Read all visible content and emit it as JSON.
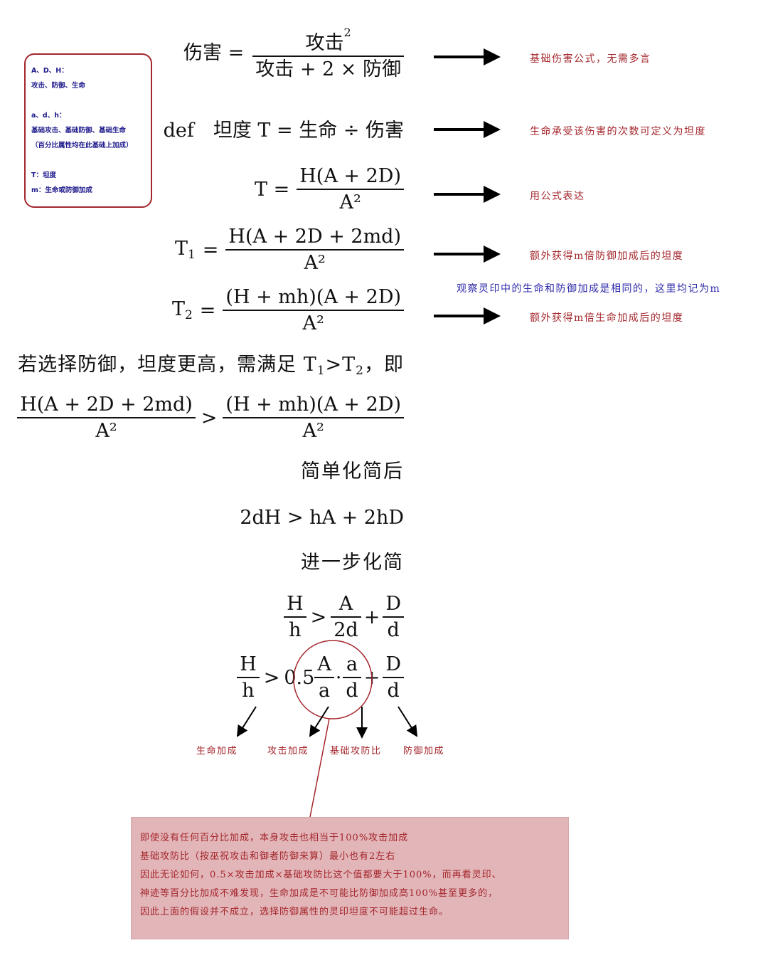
{
  "legend": {
    "line1": "A、D、H：",
    "line2": "攻击、防御、生命",
    "line3": "a、d、h：",
    "line4": "基础攻击、基础防御、基础生命",
    "line5": "（百分比属性均在此基础上加成）",
    "line6": "T：坦度",
    "line7": "m：生命或防御加成"
  },
  "eq1": {
    "lhs": "伤害 =",
    "num": "攻击",
    "sup": "2",
    "den": "攻击 + 2 × 防御"
  },
  "eq2": {
    "text": "def　坦度 T = 生命 ÷ 伤害"
  },
  "eq3": {
    "lhs": "T =",
    "num": "H(A + 2D)",
    "den": "A²"
  },
  "eq4": {
    "lhs": "T",
    "sub": "1",
    "eq": "=",
    "num": "H(A + 2D + 2md)",
    "den": "A²"
  },
  "eq5": {
    "lhs": "T",
    "sub": "2",
    "eq": "=",
    "num": "(H + mh)(A + 2D)",
    "den": "A²"
  },
  "condition": {
    "pre": "若选择防御，坦度更高，需满足 T",
    "s1": "1",
    "mid": ">T",
    "s2": "2",
    "post": "，即"
  },
  "ineq1": {
    "lnum": "H(A + 2D + 2md)",
    "lden": "A²",
    "op": ">",
    "rnum": "(H + mh)(A + 2D)",
    "rden": "A²"
  },
  "simplify1": "简单化简后",
  "ineq2": "2dH > hA + 2hD",
  "simplify2": "进一步化简",
  "ineq3": {
    "hn": "H",
    "hd": "h",
    "op": ">",
    "an": "A",
    "ad": "2d",
    "plus": "+",
    "dn": "D",
    "dd": "d"
  },
  "ineq4": {
    "hn": "H",
    "hd": "h",
    "op": ">",
    "coef": "0.5",
    "an": "A",
    "ad": "a",
    "dot": "·",
    "bn": "a",
    "bd": "d",
    "plus": "+",
    "dn": "D",
    "dd": "d"
  },
  "notes": {
    "n1": "基础伤害公式，无需多言",
    "n2": "生命承受该伤害的次数可定义为坦度",
    "n3": "用公式表达",
    "n4": "额外获得m倍防御加成后的坦度",
    "n5": "观察灵印中的生命和防御加成是相同的，这里均记为m",
    "n6": "额外获得m倍生命加成后的坦度"
  },
  "labels": {
    "l1": "生命加成",
    "l2": "攻击加成",
    "l3": "基础攻防比",
    "l4": "防御加成"
  },
  "conclusion": {
    "line1": "即使没有任何百分比加成，本身攻击也相当于100%攻击加成",
    "line2": "基础攻防比（按巫祝攻击和御者防御来算）最小也有2左右",
    "line3": "因此无论如何，0.5×攻击加成×基础攻防比这个值都要大于100%，而再看灵印、",
    "line4": "神迹等百分比加成不难发现，生命加成是不可能比防御加成高100%甚至更多的，",
    "line5": "因此上面的假设并不成立，选择防御属性的灵印坦度不可能超过生命。"
  },
  "colors": {
    "red": "#a4262c",
    "blue": "#2d2aa8",
    "box": "#e2b5b8"
  }
}
